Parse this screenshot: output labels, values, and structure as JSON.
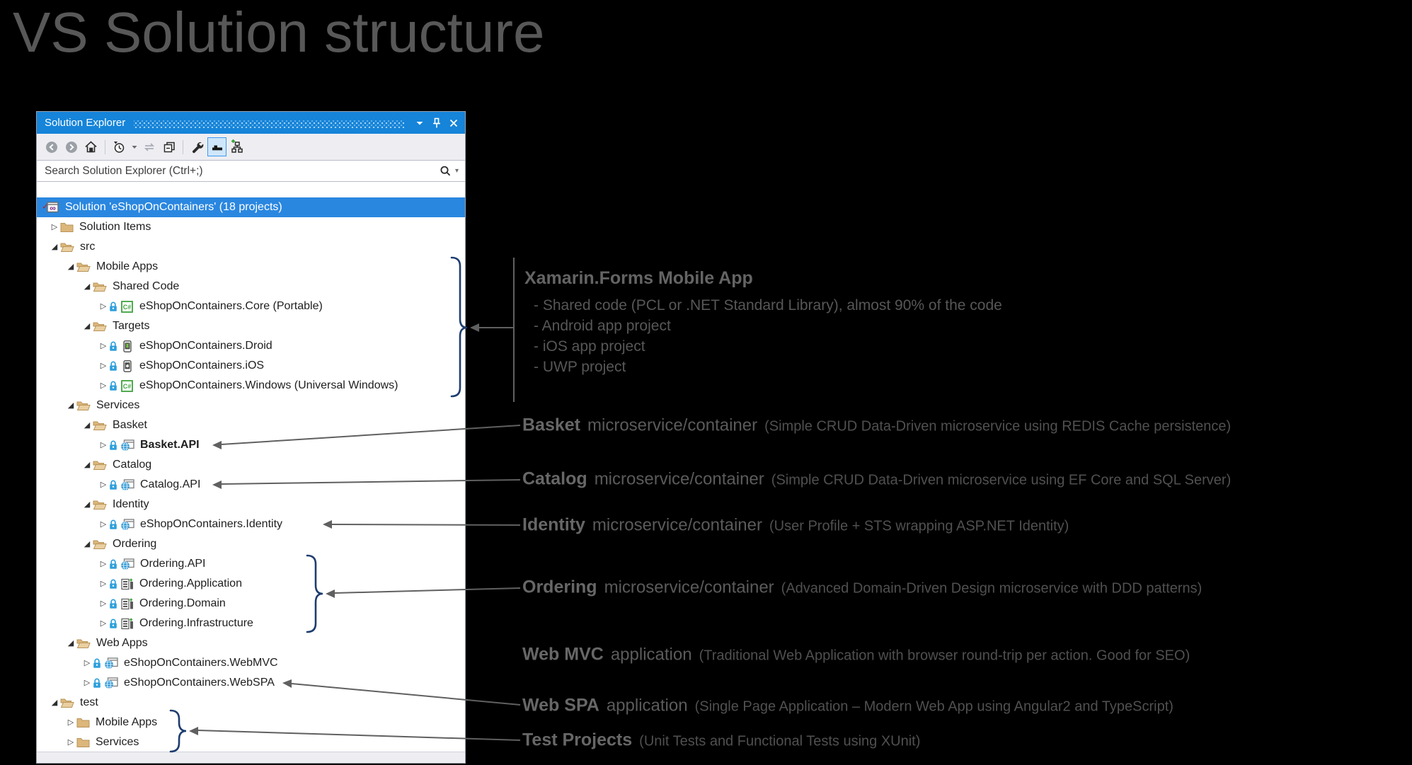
{
  "page": {
    "title": "VS Solution structure"
  },
  "panel": {
    "title": "Solution Explorer",
    "search_placeholder": "Search Solution Explorer (Ctrl+;)",
    "tree": [
      {
        "label": "Solution 'eShopOnContainers' (18 projects)",
        "icon": "solution",
        "level": 0,
        "expander": "none",
        "lock": false,
        "bold": false,
        "selected": true
      },
      {
        "label": "Solution Items",
        "icon": "folder-closed",
        "level": 1,
        "expander": "collapsed",
        "lock": false,
        "bold": false,
        "selected": false
      },
      {
        "label": "src",
        "icon": "folder-open",
        "level": 1,
        "expander": "expanded",
        "lock": false,
        "bold": false,
        "selected": false
      },
      {
        "label": "Mobile Apps",
        "icon": "folder-open",
        "level": 2,
        "expander": "expanded",
        "lock": false,
        "bold": false,
        "selected": false
      },
      {
        "label": "Shared Code",
        "icon": "folder-open",
        "level": 3,
        "expander": "expanded",
        "lock": false,
        "bold": false,
        "selected": false
      },
      {
        "label": "eShopOnContainers.Core (Portable)",
        "icon": "csharp",
        "level": 4,
        "expander": "collapsed",
        "lock": true,
        "bold": false,
        "selected": false
      },
      {
        "label": "Targets",
        "icon": "folder-open",
        "level": 3,
        "expander": "expanded",
        "lock": false,
        "bold": false,
        "selected": false
      },
      {
        "label": "eShopOnContainers.Droid",
        "icon": "android",
        "level": 4,
        "expander": "collapsed",
        "lock": true,
        "bold": false,
        "selected": false
      },
      {
        "label": "eShopOnContainers.iOS",
        "icon": "ios",
        "level": 4,
        "expander": "collapsed",
        "lock": true,
        "bold": false,
        "selected": false
      },
      {
        "label": "eShopOnContainers.Windows (Universal Windows)",
        "icon": "csharp",
        "level": 4,
        "expander": "collapsed",
        "lock": true,
        "bold": false,
        "selected": false
      },
      {
        "label": "Services",
        "icon": "folder-open",
        "level": 2,
        "expander": "expanded",
        "lock": false,
        "bold": false,
        "selected": false
      },
      {
        "label": "Basket",
        "icon": "folder-open",
        "level": 3,
        "expander": "expanded",
        "lock": false,
        "bold": false,
        "selected": false
      },
      {
        "label": "Basket.API",
        "icon": "web",
        "level": 4,
        "expander": "collapsed",
        "lock": true,
        "bold": true,
        "selected": false
      },
      {
        "label": "Catalog",
        "icon": "folder-open",
        "level": 3,
        "expander": "expanded",
        "lock": false,
        "bold": false,
        "selected": false
      },
      {
        "label": "Catalog.API",
        "icon": "web",
        "level": 4,
        "expander": "collapsed",
        "lock": true,
        "bold": false,
        "selected": false
      },
      {
        "label": "Identity",
        "icon": "folder-open",
        "level": 3,
        "expander": "expanded",
        "lock": false,
        "bold": false,
        "selected": false
      },
      {
        "label": "eShopOnContainers.Identity",
        "icon": "web",
        "level": 4,
        "expander": "collapsed",
        "lock": true,
        "bold": false,
        "selected": false
      },
      {
        "label": "Ordering",
        "icon": "folder-open",
        "level": 3,
        "expander": "expanded",
        "lock": false,
        "bold": false,
        "selected": false
      },
      {
        "label": "Ordering.API",
        "icon": "web",
        "level": 4,
        "expander": "collapsed",
        "lock": true,
        "bold": false,
        "selected": false
      },
      {
        "label": "Ordering.Application",
        "icon": "library",
        "level": 4,
        "expander": "collapsed",
        "lock": true,
        "bold": false,
        "selected": false
      },
      {
        "label": "Ordering.Domain",
        "icon": "library",
        "level": 4,
        "expander": "collapsed",
        "lock": true,
        "bold": false,
        "selected": false
      },
      {
        "label": "Ordering.Infrastructure",
        "icon": "library",
        "level": 4,
        "expander": "collapsed",
        "lock": true,
        "bold": false,
        "selected": false
      },
      {
        "label": "Web Apps",
        "icon": "folder-open",
        "level": 2,
        "expander": "expanded",
        "lock": false,
        "bold": false,
        "selected": false
      },
      {
        "label": "eShopOnContainers.WebMVC",
        "icon": "web",
        "level": 3,
        "expander": "collapsed",
        "lock": true,
        "bold": false,
        "selected": false
      },
      {
        "label": "eShopOnContainers.WebSPA",
        "icon": "web",
        "level": 3,
        "expander": "collapsed",
        "lock": true,
        "bold": false,
        "selected": false
      },
      {
        "label": "test",
        "icon": "folder-open",
        "level": 1,
        "expander": "expanded",
        "lock": false,
        "bold": false,
        "selected": false
      },
      {
        "label": "Mobile Apps",
        "icon": "folder-closed",
        "level": 2,
        "expander": "collapsed",
        "lock": false,
        "bold": false,
        "selected": false
      },
      {
        "label": "Services",
        "icon": "folder-closed",
        "level": 2,
        "expander": "collapsed",
        "lock": false,
        "bold": false,
        "selected": false
      }
    ]
  },
  "annotations": {
    "xamarin": {
      "title": "Xamarin.Forms Mobile App",
      "bullets": [
        "- Shared code (PCL or .NET Standard Library), almost 90% of the code",
        "- Android app project",
        "- iOS app project",
        "- UWP project"
      ]
    },
    "basket": {
      "bold": "Basket",
      "mid": "microservice/container",
      "small": "(Simple CRUD Data-Driven microservice using REDIS Cache persistence)"
    },
    "catalog": {
      "bold": "Catalog",
      "mid": "microservice/container",
      "small": "(Simple CRUD Data-Driven microservice using EF Core and SQL Server)"
    },
    "identity": {
      "bold": "Identity",
      "mid": "microservice/container",
      "small": "(User Profile + STS wrapping ASP.NET Identity)"
    },
    "ordering": {
      "bold": "Ordering",
      "mid": "microservice/container",
      "small": "(Advanced Domain-Driven Design microservice with DDD patterns)"
    },
    "webmvc": {
      "bold": "Web MVC",
      "mid": "application",
      "small": "(Traditional Web Application with browser round-trip per action. Good for SEO)"
    },
    "webspa": {
      "bold": "Web SPA",
      "mid": "application",
      "small": "(Single Page Application – Modern Web App using Angular2 and TypeScript)"
    },
    "test": {
      "bold": "Test Projects",
      "mid": "",
      "small": "(Unit Tests and Functional Tests using XUnit)"
    }
  },
  "colors": {
    "titlebar_blue": "#1584d9",
    "selected_row_blue": "#2a87e0",
    "folder_tan": "#dcb67a",
    "brace_navy": "#1d3d6f",
    "connector_gray": "#606060",
    "annotation_gray": "#5b5b5b"
  }
}
